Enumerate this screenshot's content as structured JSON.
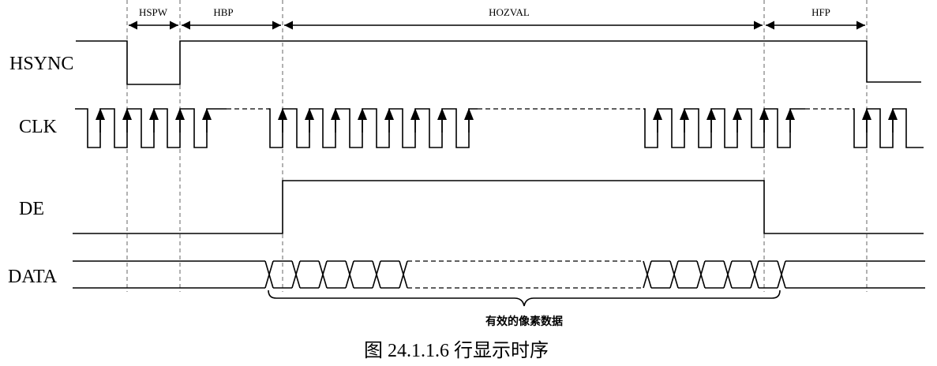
{
  "signals": {
    "hsync": "HSYNC",
    "clk": "CLK",
    "de": "DE",
    "data": "DATA"
  },
  "spans": {
    "hspw": "HSPW",
    "hbp": "HBP",
    "hozval": "HOZVAL",
    "hfp": "HFP"
  },
  "valid_pixel_label": "有效的像素数据",
  "caption": "图 24.1.1.6 行显示时序"
}
